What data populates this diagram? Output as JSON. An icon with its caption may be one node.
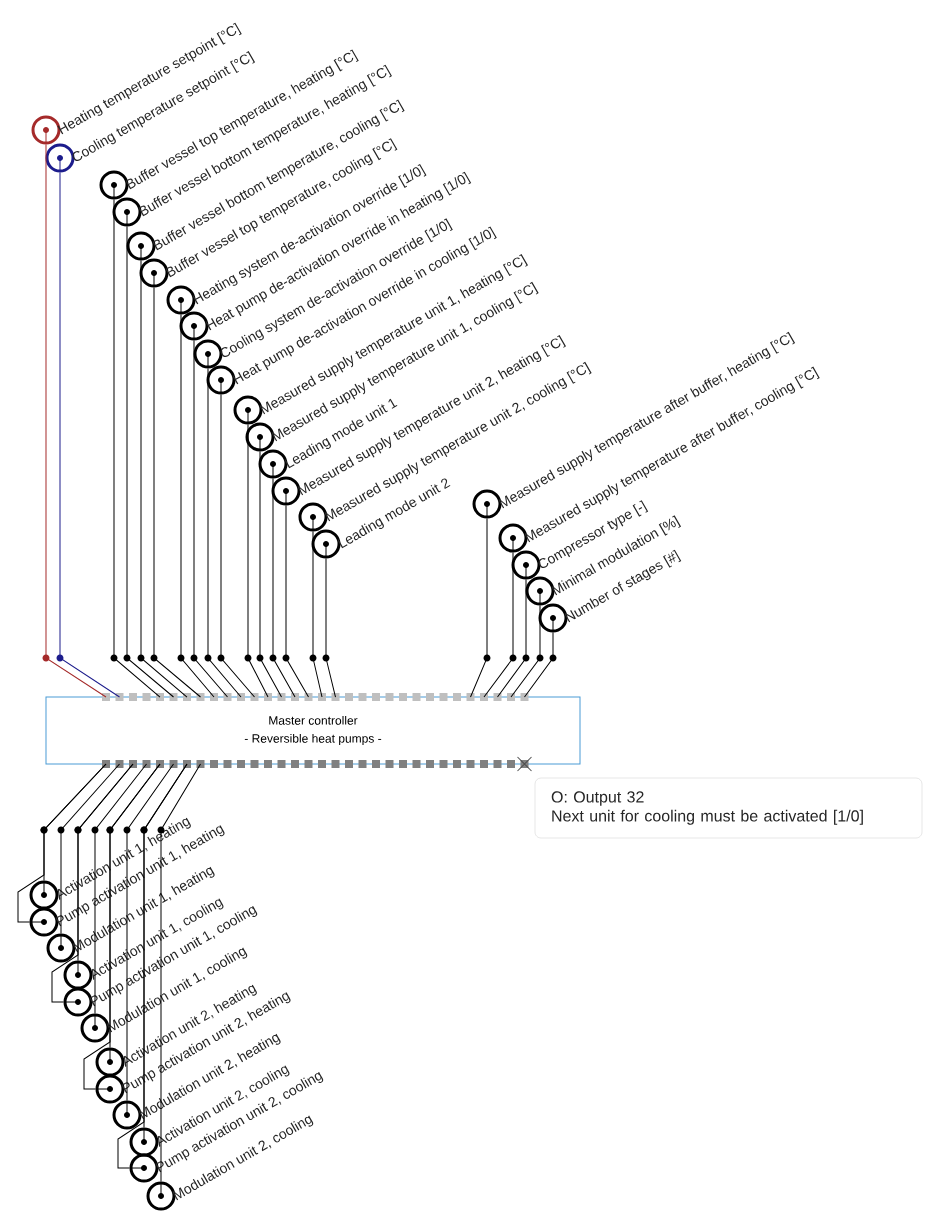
{
  "diagram": {
    "nodes": [
      {
        "text": [],
        "shape": "circle",
        "beside": [
          "Heating temperature setpoint [°C]"
        ]
      },
      {
        "text": [],
        "shape": "circle",
        "beside": [
          "Cooling temperature setpoint [°C]"
        ]
      },
      {
        "text": [],
        "shape": "circle",
        "beside": [
          "Buffer vessel top temperature, heating [°C]"
        ]
      },
      {
        "text": [],
        "shape": "circle",
        "beside": [
          "Buffer vessel bottom temperature, heating [°C]"
        ]
      },
      {
        "text": [],
        "shape": "circle",
        "beside": [
          "Buffer vessel bottom temperature, cooling [°C]"
        ]
      },
      {
        "text": [],
        "shape": "circle",
        "beside": [
          "Buffer vessel top temperature, cooling [°C]"
        ]
      },
      {
        "text": [],
        "shape": "circle",
        "beside": [
          "Heating system de-activation override [1/0]"
        ]
      },
      {
        "text": [],
        "shape": "circle",
        "beside": [
          "Heat pump de-activation override in heating [1/0]"
        ]
      },
      {
        "text": [],
        "shape": "circle",
        "beside": [
          "Cooling system de-activation override [1/0]"
        ]
      },
      {
        "text": [],
        "shape": "circle",
        "beside": [
          "Heat pump de-activation override in cooling [1/0]"
        ]
      },
      {
        "text": [],
        "shape": "circle",
        "beside": [
          "Measured supply temperature unit 1, heating [°C]"
        ]
      },
      {
        "text": [],
        "shape": "circle",
        "beside": [
          "Measured supply temperature unit 1, cooling [°C]"
        ]
      },
      {
        "text": [],
        "shape": "circle",
        "beside": [
          "Leading mode unit 1"
        ]
      },
      {
        "text": [],
        "shape": "circle",
        "beside": [
          "Measured supply temperature unit 2, heating [°C]"
        ]
      },
      {
        "text": [],
        "shape": "circle",
        "beside": [
          "Measured supply temperature unit 2, cooling [°C]"
        ]
      },
      {
        "text": [],
        "shape": "circle",
        "beside": [
          "Leading mode unit 2"
        ]
      },
      {
        "text": [],
        "shape": "circle",
        "beside": [
          "Measured supply temperature after buffer, heating [°C]"
        ]
      },
      {
        "text": [],
        "shape": "circle",
        "beside": [
          "Measured supply temperature after buffer, cooling [°C]"
        ]
      },
      {
        "text": [],
        "shape": "circle",
        "beside": [
          "Compressor type [-]"
        ]
      },
      {
        "text": [],
        "shape": "circle",
        "beside": [
          "Minimal modulation [%]"
        ]
      },
      {
        "text": [],
        "shape": "circle",
        "beside": [
          "Number of stages [#]"
        ]
      },
      {
        "text": [
          "Master controller",
          "- Reversible heat pumps -"
        ]
      },
      {
        "text": [],
        "shape": "circle",
        "beside": [
          "Activation unit 1, heating"
        ]
      },
      {
        "text": [],
        "shape": "circle",
        "beside": [
          "Pump activation unit 1, heating"
        ]
      },
      {
        "text": [],
        "shape": "circle",
        "beside": [
          "Modulation unit 1, heating"
        ]
      },
      {
        "text": [],
        "shape": "circle",
        "beside": [
          "Activation unit 1, cooling"
        ]
      },
      {
        "text": [],
        "shape": "circle",
        "beside": [
          "Pump activation unit 1, cooling"
        ]
      },
      {
        "text": [],
        "shape": "circle",
        "beside": [
          "Modulation unit 1, cooling"
        ]
      },
      {
        "text": [],
        "shape": "circle",
        "beside": [
          "Activation unit 2, heating"
        ]
      },
      {
        "text": [],
        "shape": "circle",
        "beside": [
          "Pump activation unit 2, heating"
        ]
      },
      {
        "text": [],
        "shape": "circle",
        "beside": [
          "Modulation unit 2, heating"
        ]
      },
      {
        "text": [],
        "shape": "circle",
        "beside": [
          "Activation unit 2, cooling"
        ]
      },
      {
        "text": [],
        "shape": "circle",
        "beside": [
          "Pump activation unit 2, cooling"
        ]
      },
      {
        "text": [],
        "shape": "circle",
        "beside": [
          "Modulation unit 2, cooling"
        ]
      },
      {
        "text": [
          "O: Output 32",
          "Next unit for cooling must be activated [1/0]"
        ]
      }
    ],
    "edges": [
      {
        "from": 0,
        "to": 21,
        "arrow": "none",
        "color": "#a52a2a"
      },
      {
        "from": 1,
        "to": 21,
        "arrow": "none",
        "color": "#1c1c8c"
      },
      {
        "from": 2,
        "to": 21,
        "arrow": "none"
      },
      {
        "from": 3,
        "to": 21,
        "arrow": "none"
      },
      {
        "from": 4,
        "to": 21,
        "arrow": "none"
      },
      {
        "from": 5,
        "to": 21,
        "arrow": "none"
      },
      {
        "from": 6,
        "to": 21,
        "arrow": "none"
      },
      {
        "from": 7,
        "to": 21,
        "arrow": "none"
      },
      {
        "from": 8,
        "to": 21,
        "arrow": "none"
      },
      {
        "from": 9,
        "to": 21,
        "arrow": "none"
      },
      {
        "from": 10,
        "to": 21,
        "arrow": "none"
      },
      {
        "from": 11,
        "to": 21,
        "arrow": "none"
      },
      {
        "from": 12,
        "to": 21,
        "arrow": "none"
      },
      {
        "from": 13,
        "to": 21,
        "arrow": "none"
      },
      {
        "from": 14,
        "to": 21,
        "arrow": "none"
      },
      {
        "from": 15,
        "to": 21,
        "arrow": "none"
      },
      {
        "from": 16,
        "to": 21,
        "arrow": "none"
      },
      {
        "from": 17,
        "to": 21,
        "arrow": "none"
      },
      {
        "from": 18,
        "to": 21,
        "arrow": "none"
      },
      {
        "from": 19,
        "to": 21,
        "arrow": "none"
      },
      {
        "from": 20,
        "to": 21,
        "arrow": "none"
      },
      {
        "from": 21,
        "to": 22,
        "arrow": "none"
      },
      {
        "from": 21,
        "to": 23,
        "arrow": "none"
      },
      {
        "from": 21,
        "to": 24,
        "arrow": "none"
      },
      {
        "from": 21,
        "to": 25,
        "arrow": "none"
      },
      {
        "from": 21,
        "to": 26,
        "arrow": "none"
      },
      {
        "from": 21,
        "to": 27,
        "arrow": "none"
      },
      {
        "from": 21,
        "to": 28,
        "arrow": "none"
      },
      {
        "from": 21,
        "to": 29,
        "arrow": "none"
      },
      {
        "from": 21,
        "to": 30,
        "arrow": "none"
      },
      {
        "from": 21,
        "to": 31,
        "arrow": "none"
      },
      {
        "from": 21,
        "to": 32,
        "arrow": "none"
      },
      {
        "from": 21,
        "to": 33,
        "arrow": "none"
      }
    ]
  }
}
